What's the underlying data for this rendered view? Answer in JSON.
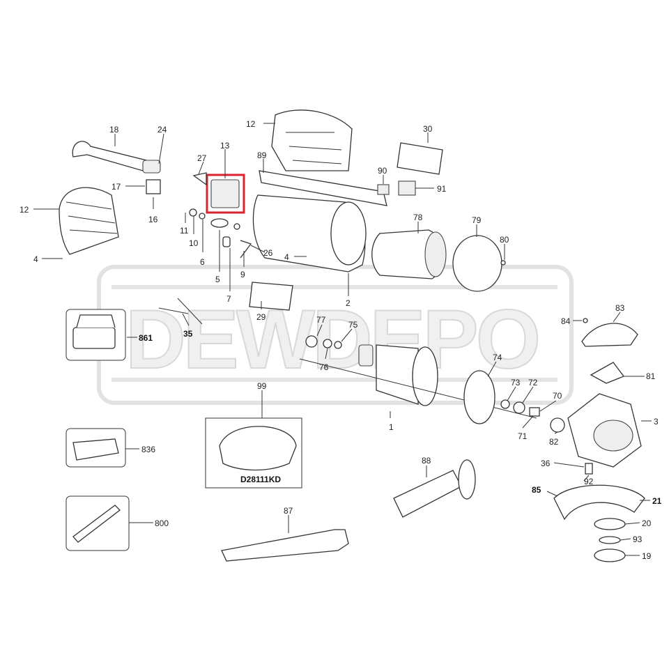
{
  "diagram": {
    "watermark": "DEWDEPO",
    "highlight_color": "#d9232e",
    "highlighted_part": "13",
    "kit_label": "D28111KD",
    "labels": {
      "p18": "18",
      "p24": "24",
      "p12a": "12",
      "p13": "13",
      "p27": "27",
      "p89": "89",
      "p30": "30",
      "p90": "90",
      "p91": "91",
      "p17": "17",
      "p16": "16",
      "p12b": "12",
      "p11": "11",
      "p10": "10",
      "p6": "6",
      "p4a": "4",
      "p5": "5",
      "p7": "7",
      "p9": "9",
      "p26": "26",
      "p4b": "4",
      "p2": "2",
      "p29": "29",
      "p78": "78",
      "p79": "79",
      "p80": "80",
      "p861": "861",
      "p35": "35",
      "p77": "77",
      "p75": "75",
      "p76": "76",
      "p74": "74",
      "p73": "73",
      "p72": "72",
      "p70": "70",
      "p71": "71",
      "p82": "82",
      "p3": "3",
      "p84": "84",
      "p83": "83",
      "p81": "81",
      "p1": "1",
      "p99": "99",
      "p836": "836",
      "p88": "88",
      "p36": "36",
      "p92": "92",
      "p85": "85",
      "p21": "21",
      "p20": "20",
      "p93": "93",
      "p19": "19",
      "p800": "800",
      "p87": "87"
    }
  }
}
